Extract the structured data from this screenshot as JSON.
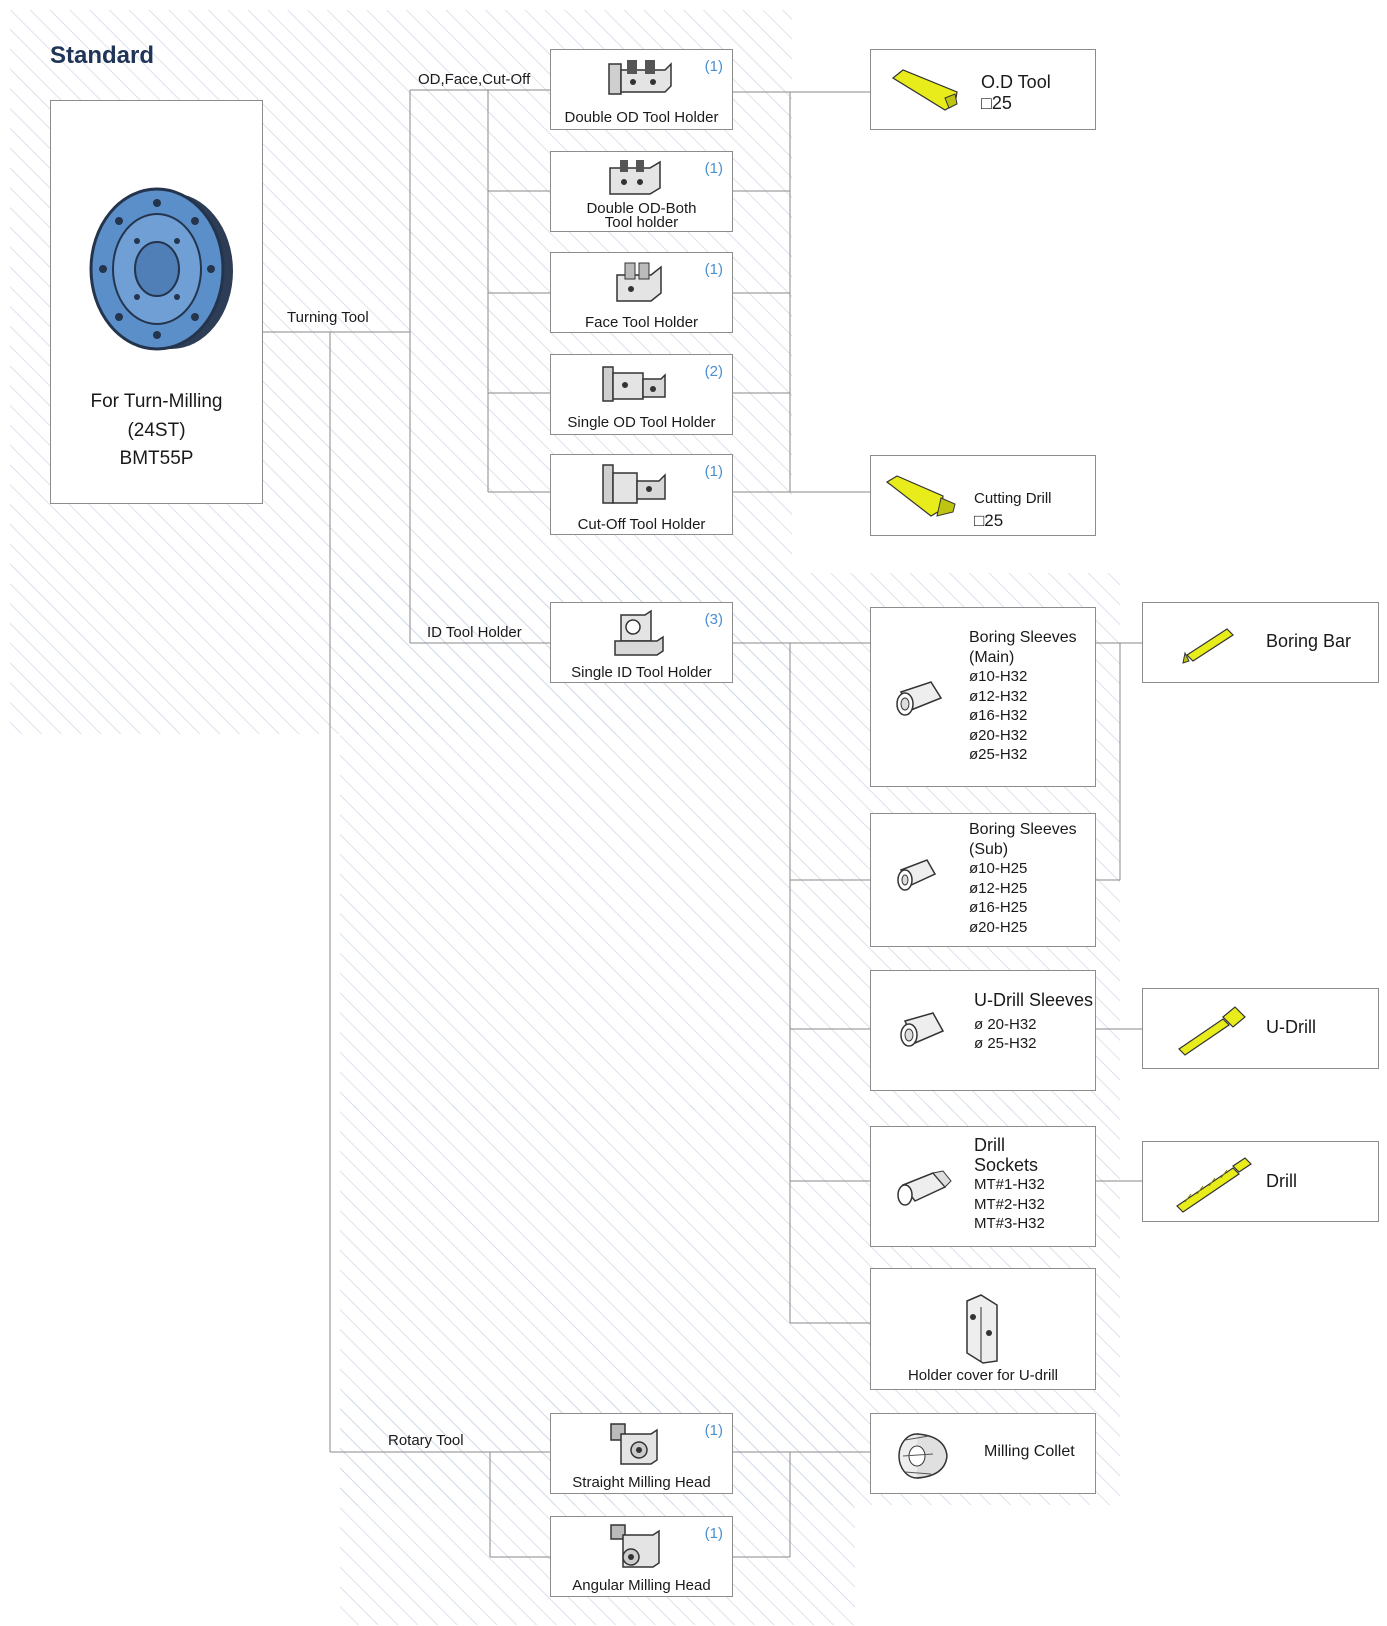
{
  "title": "Standard",
  "turret": {
    "line1": "For Turn-Milling",
    "line2": "(24ST)",
    "line3": "BMT55P"
  },
  "branches": {
    "turning": "Turning Tool",
    "od_face": "OD,Face,Cut-Off",
    "id": "ID Tool Holder",
    "rotary": "Rotary Tool"
  },
  "holders": [
    {
      "label": "Double OD Tool Holder",
      "count": "(1)"
    },
    {
      "label": "Double OD-Both",
      "label2": "Tool holder",
      "count": "(1)"
    },
    {
      "label": "Face Tool Holder",
      "count": "(1)"
    },
    {
      "label": "Single OD Tool Holder",
      "count": "(2)"
    },
    {
      "label": "Cut-Off Tool Holder",
      "count": "(1)"
    },
    {
      "label": "Single ID Tool Holder",
      "count": "(3)"
    },
    {
      "label": "Straight Milling Head",
      "count": "(1)"
    },
    {
      "label": "Angular Milling Head",
      "count": "(1)"
    }
  ],
  "od_tool": {
    "name": "O.D Tool",
    "size": "□25"
  },
  "cutting_drill": {
    "name": "Cutting Drill",
    "size": "□25"
  },
  "boring_main": {
    "name": "Boring Sleeves",
    "sub": "(Main)",
    "sizes": [
      "ø10-H32",
      "ø12-H32",
      "ø16-H32",
      "ø20-H32",
      "ø25-H32"
    ]
  },
  "boring_sub": {
    "name": "Boring Sleeves",
    "sub": "(Sub)",
    "sizes": [
      "ø10-H25",
      "ø12-H25",
      "ø16-H25",
      "ø20-H25"
    ]
  },
  "udrill_sleeves": {
    "name": "U-Drill Sleeves",
    "sizes": [
      "ø 20-H32",
      "ø 25-H32"
    ]
  },
  "drill_sockets": {
    "name1": "Drill",
    "name2": "Sockets",
    "sizes": [
      "MT#1-H32",
      "MT#2-H32",
      "MT#3-H32"
    ]
  },
  "holder_cover": "Holder cover for U-drill",
  "milling_collet": "Milling Collet",
  "boring_bar": "Boring Bar",
  "udrill": "U-Drill",
  "drill": "Drill",
  "colors": {
    "title": "#1f3456",
    "count": "#4a8fd0",
    "tool_yellow": "#e8ec1a",
    "turret_blue": "#5b8fc9",
    "hatch": "#c9d4e4",
    "line": "#8a8a8a"
  }
}
